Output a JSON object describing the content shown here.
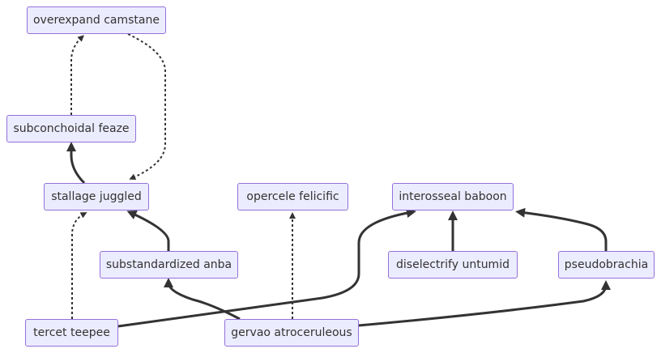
{
  "diagram": {
    "nodes": {
      "overexpand_camstane": "overexpand camstane",
      "subconchoidal_feaze": "subconchoidal feaze",
      "stallage_juggled": "stallage juggled",
      "opercele_felicific": "opercele felicific",
      "interosseal_baboon": "interosseal baboon",
      "substandardized_anba": "substandardized anba",
      "diselectrify_untumid": "diselectrify untumid",
      "pseudobrachia": "pseudobrachia",
      "tercet_teepee": "tercet teepee",
      "gervao_atroceruleous": "gervao atroceruleous"
    },
    "edges": [
      {
        "from": "subconchoidal_feaze",
        "to": "overexpand_camstane",
        "style": "dotted"
      },
      {
        "from": "overexpand_camstane",
        "to": "stallage_juggled",
        "style": "dotted"
      },
      {
        "from": "stallage_juggled",
        "to": "subconchoidal_feaze",
        "style": "solid"
      },
      {
        "from": "substandardized_anba",
        "to": "stallage_juggled",
        "style": "solid"
      },
      {
        "from": "tercet_teepee",
        "to": "stallage_juggled",
        "style": "dotted"
      },
      {
        "from": "tercet_teepee",
        "to": "interosseal_baboon",
        "style": "solid"
      },
      {
        "from": "gervao_atroceruleous",
        "to": "substandardized_anba",
        "style": "solid"
      },
      {
        "from": "gervao_atroceruleous",
        "to": "opercele_felicific",
        "style": "dotted"
      },
      {
        "from": "gervao_atroceruleous",
        "to": "pseudobrachia",
        "style": "solid"
      },
      {
        "from": "diselectrify_untumid",
        "to": "interosseal_baboon",
        "style": "solid"
      },
      {
        "from": "pseudobrachia",
        "to": "interosseal_baboon",
        "style": "solid"
      }
    ],
    "colors": {
      "node_fill": "#ECECFF",
      "node_border": "#9370DB",
      "edge": "#333333",
      "text": "#333333"
    }
  }
}
